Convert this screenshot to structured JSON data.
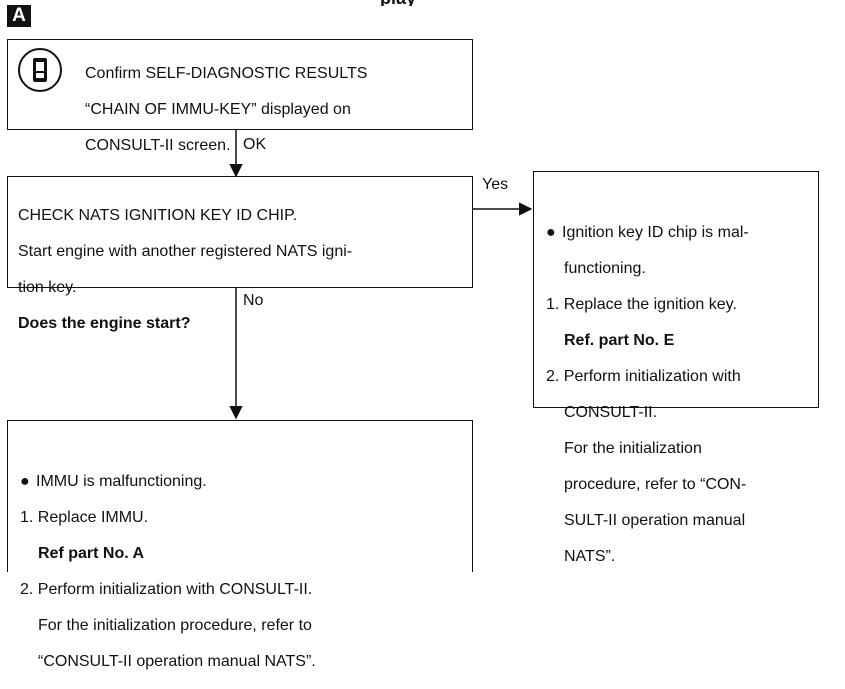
{
  "header": {
    "section_marker": "A",
    "title_fragment": "play"
  },
  "box1": {
    "lines": [
      "Confirm SELF-DIAGNOSTIC RESULTS",
      "“CHAIN OF IMMU-KEY” displayed on",
      "CONSULT-II screen."
    ]
  },
  "labels": {
    "ok": "OK",
    "yes": "Yes",
    "no": "No"
  },
  "box2": {
    "lines": [
      "CHECK NATS IGNITION KEY ID CHIP.",
      "Start engine with another registered NATS igni-",
      "tion key."
    ],
    "question": "Does the engine start?"
  },
  "box3": {
    "bullet": "Ignition key ID chip is mal-",
    "bullet_cont": "functioning.",
    "step1": "1. Replace the ignition key.",
    "step1_ref": "Ref. part No. E",
    "step2": "2. Perform initialization with",
    "step2_cont": [
      "CONSULT-II.",
      "For the initialization",
      "procedure, refer to “CON-",
      "SULT-II operation manual",
      "NATS”."
    ]
  },
  "box4": {
    "bullet": "IMMU is malfunctioning.",
    "step1": "1. Replace IMMU.",
    "step1_ref": "Ref part No. A",
    "step2": "2. Perform initialization with CONSULT-II.",
    "step2_cont": [
      "For the initialization procedure, refer to",
      "“CONSULT-II operation manual NATS”."
    ]
  },
  "icons": {
    "consult_tool": "consult-ii-tester-icon",
    "bullet": "bullet-dot-icon"
  }
}
